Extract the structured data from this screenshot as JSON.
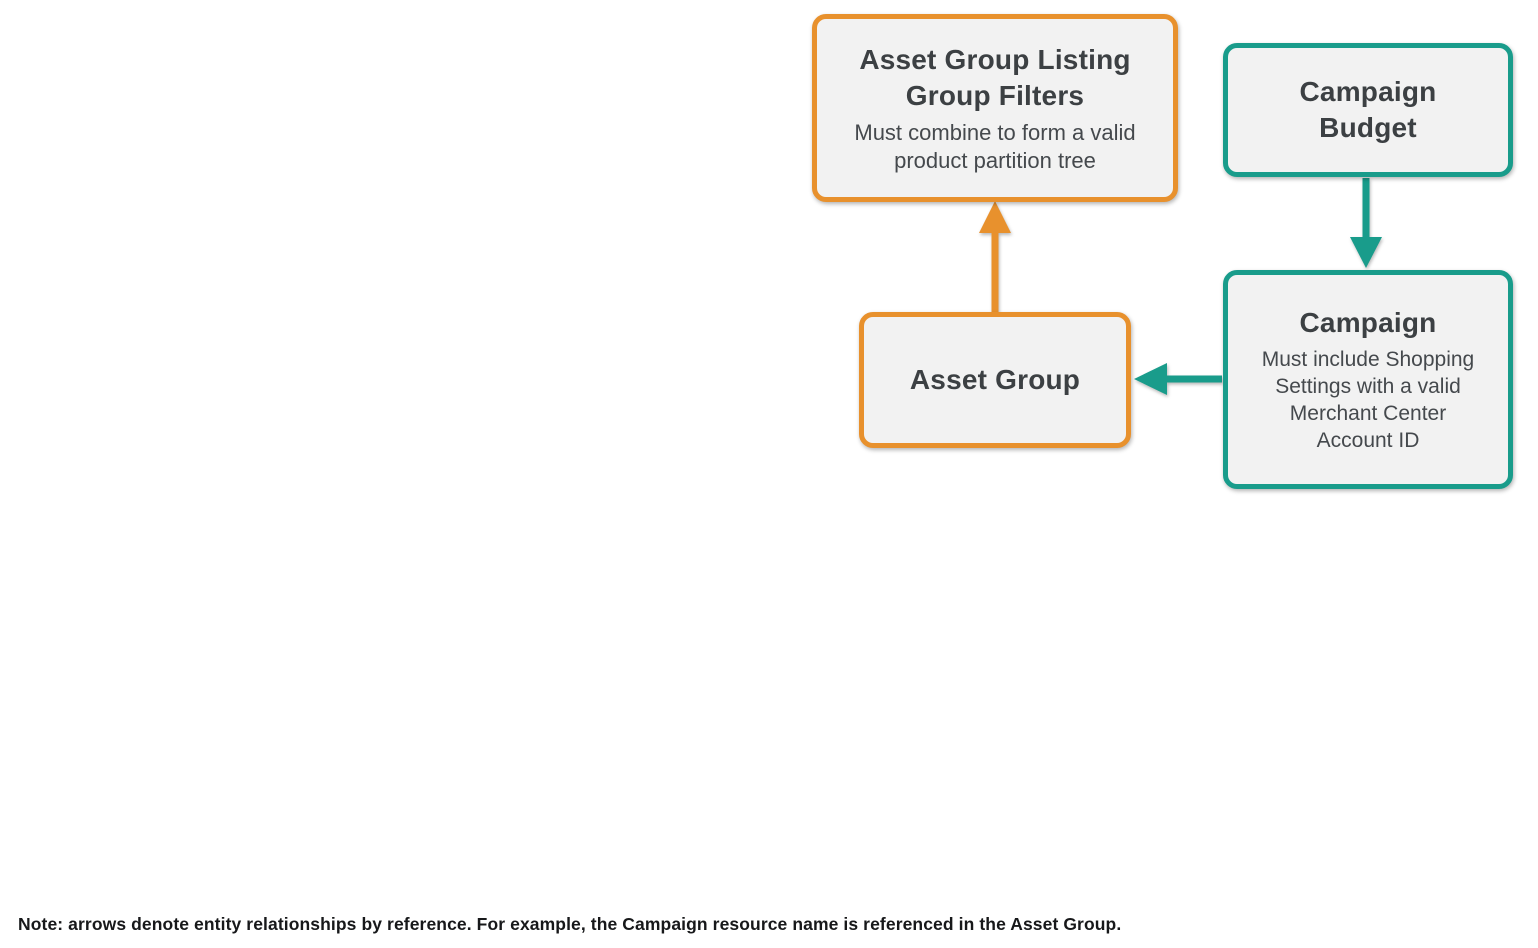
{
  "colors": {
    "orange": "#E8912D",
    "teal": "#199C8B",
    "box_fill": "#F2F2F2",
    "title_text": "#3C4043",
    "subtitle_text": "#45494D",
    "note_text": "#17181A",
    "background": "#FFFFFF"
  },
  "nodes": {
    "listing_filters": {
      "title": "Asset Group Listing Group Filters",
      "subtitle": "Must combine to form a valid product partition tree",
      "accent": "orange"
    },
    "campaign_budget": {
      "title": "Campaign Budget",
      "accent": "teal"
    },
    "campaign": {
      "title": "Campaign",
      "subtitle": "Must include Shopping Settings with a valid Merchant Center Account ID",
      "accent": "teal"
    },
    "asset_group": {
      "title": "Asset Group",
      "accent": "orange"
    }
  },
  "relationships": [
    {
      "from": "Asset Group",
      "to": "Asset Group Listing Group Filters",
      "color": "orange"
    },
    {
      "from": "Campaign Budget",
      "to": "Campaign",
      "color": "teal"
    },
    {
      "from": "Campaign",
      "to": "Asset Group",
      "color": "teal"
    }
  ],
  "note": "Note: arrows denote entity relationships by reference. For example, the Campaign resource name is referenced in the Asset Group."
}
